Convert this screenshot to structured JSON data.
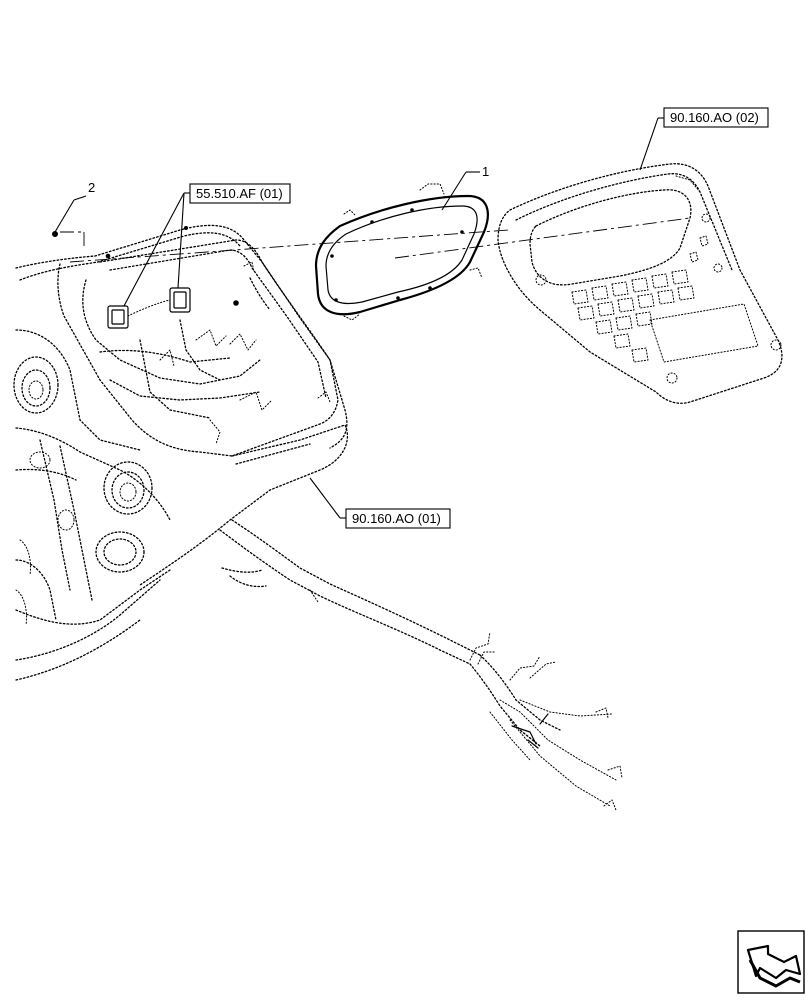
{
  "callouts": {
    "item_1": "1",
    "item_2": "2"
  },
  "references": {
    "ref_55510": "55.510.AF (01)",
    "ref_90160_01": "90.160.AO (01)",
    "ref_90160_02": "90.160.AO (02)"
  },
  "icons": {
    "nav": "next-page-arrow-icon"
  }
}
